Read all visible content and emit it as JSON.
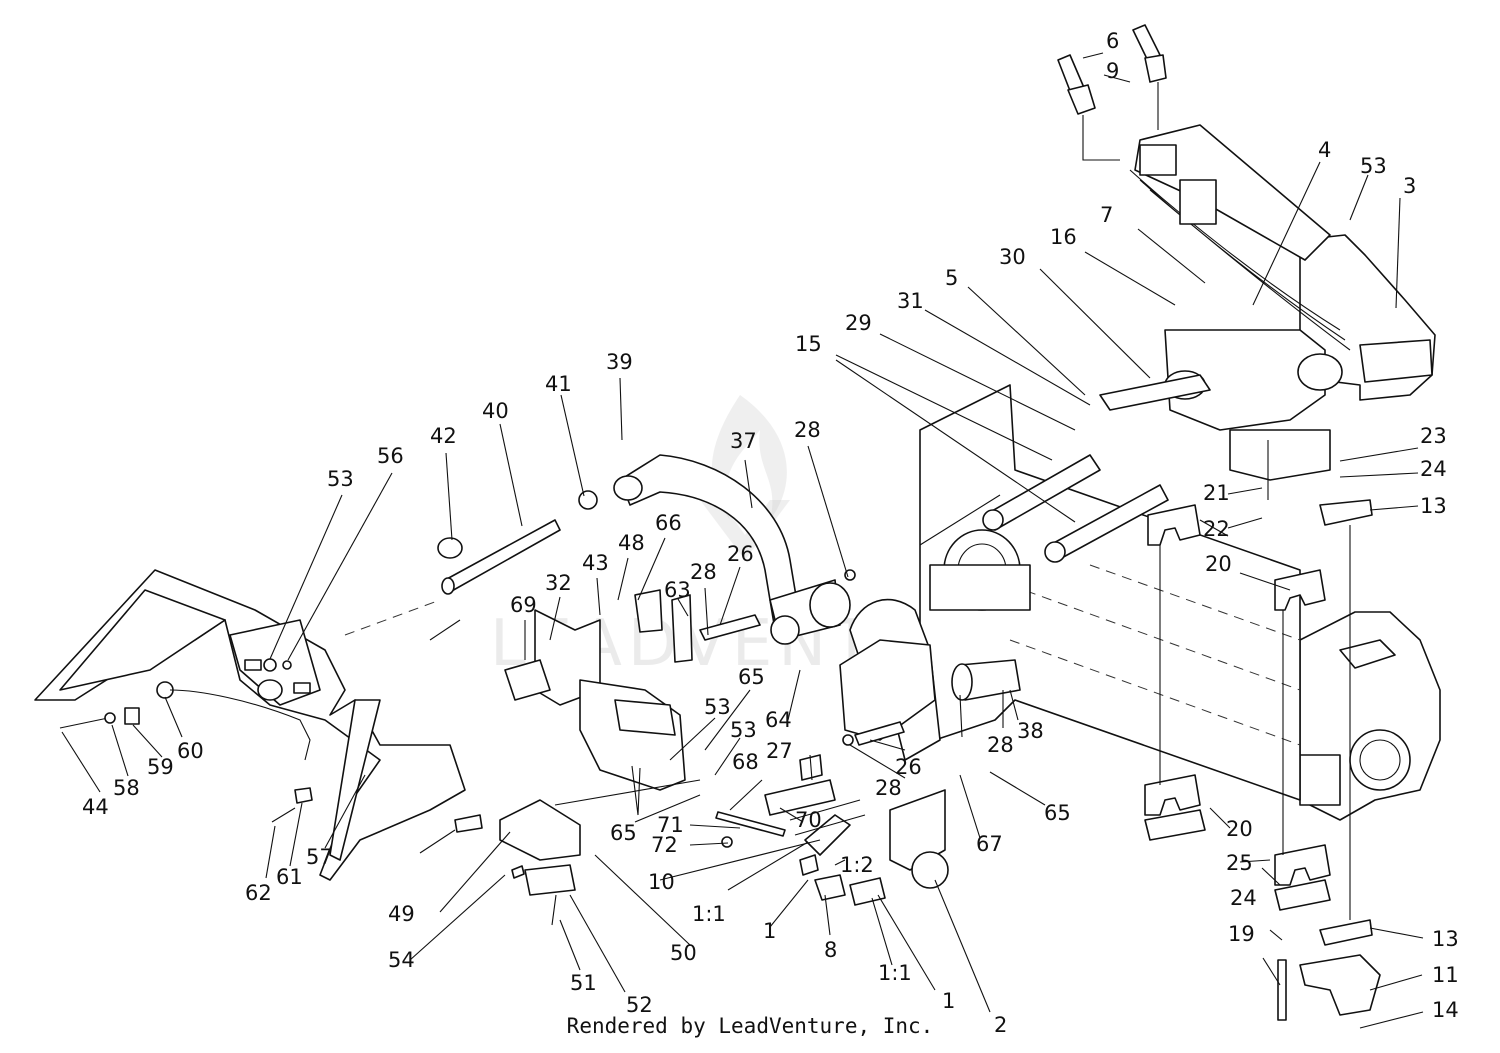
{
  "credit": "Rendered by LeadVenture, Inc.",
  "watermark": {
    "text": "LEADVENTURE"
  },
  "colors": {
    "ink": "#111111",
    "paper": "#ffffff",
    "watermark": "#cfcfcf"
  },
  "callouts": [
    "6",
    "9",
    "4",
    "53",
    "3",
    "7",
    "16",
    "30",
    "5",
    "31",
    "29",
    "15",
    "39",
    "41",
    "40",
    "42",
    "37",
    "28",
    "53",
    "56",
    "23",
    "24",
    "13",
    "21",
    "22",
    "20",
    "66",
    "48",
    "43",
    "32",
    "63",
    "28",
    "26",
    "69",
    "65",
    "53",
    "64",
    "28",
    "38",
    "44",
    "58",
    "59",
    "60",
    "53",
    "27",
    "26",
    "28",
    "65",
    "65",
    "68",
    "67",
    "71",
    "70",
    "72",
    "10",
    "1:2",
    "20",
    "25",
    "24",
    "13",
    "49",
    "1:1",
    "1",
    "8",
    "1:1",
    "1",
    "2",
    "50",
    "54",
    "62",
    "61",
    "57",
    "51",
    "52",
    "19",
    "11",
    "14"
  ]
}
